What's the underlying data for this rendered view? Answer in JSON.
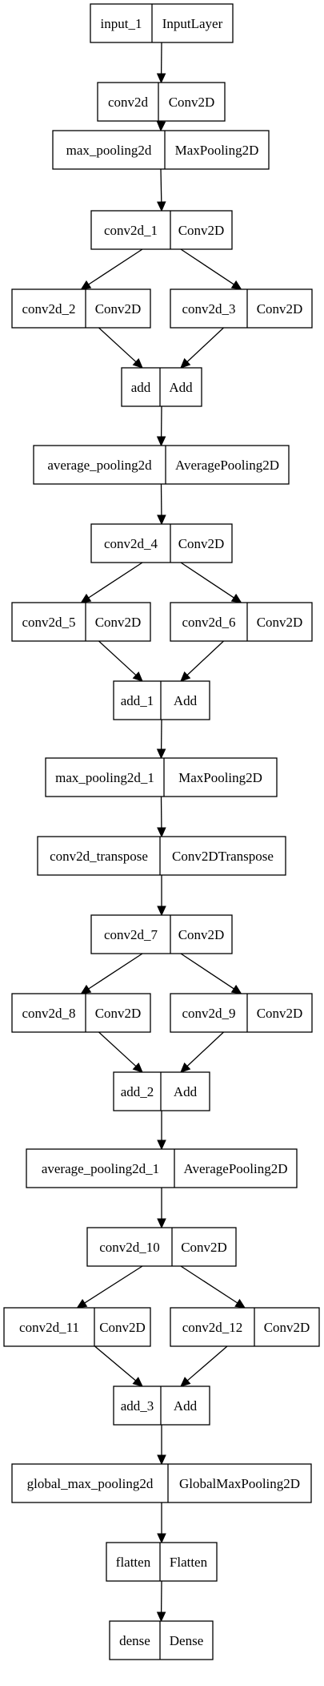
{
  "nodes": [
    {
      "id": "input_1",
      "layer": "InputLayer"
    },
    {
      "id": "conv2d",
      "layer": "Conv2D"
    },
    {
      "id": "max_pooling2d",
      "layer": "MaxPooling2D"
    },
    {
      "id": "conv2d_1",
      "layer": "Conv2D"
    },
    {
      "id": "conv2d_2",
      "layer": "Conv2D"
    },
    {
      "id": "conv2d_3",
      "layer": "Conv2D"
    },
    {
      "id": "add",
      "layer": "Add"
    },
    {
      "id": "average_pooling2d",
      "layer": "AveragePooling2D"
    },
    {
      "id": "conv2d_4",
      "layer": "Conv2D"
    },
    {
      "id": "conv2d_5",
      "layer": "Conv2D"
    },
    {
      "id": "conv2d_6",
      "layer": "Conv2D"
    },
    {
      "id": "add_1",
      "layer": "Add"
    },
    {
      "id": "max_pooling2d_1",
      "layer": "MaxPooling2D"
    },
    {
      "id": "conv2d_transpose",
      "layer": "Conv2DTranspose"
    },
    {
      "id": "conv2d_7",
      "layer": "Conv2D"
    },
    {
      "id": "conv2d_8",
      "layer": "Conv2D"
    },
    {
      "id": "conv2d_9",
      "layer": "Conv2D"
    },
    {
      "id": "add_2",
      "layer": "Add"
    },
    {
      "id": "average_pooling2d_1",
      "layer": "AveragePooling2D"
    },
    {
      "id": "conv2d_10",
      "layer": "Conv2D"
    },
    {
      "id": "conv2d_11",
      "layer": "Conv2D"
    },
    {
      "id": "conv2d_12",
      "layer": "Conv2D"
    },
    {
      "id": "add_3",
      "layer": "Add"
    },
    {
      "id": "global_max_pooling2d",
      "layer": "GlobalMaxPooling2D"
    },
    {
      "id": "flatten",
      "layer": "Flatten"
    },
    {
      "id": "dense",
      "layer": "Dense"
    }
  ],
  "edges": [
    [
      "input_1",
      "conv2d"
    ],
    [
      "conv2d",
      "max_pooling2d"
    ],
    [
      "max_pooling2d",
      "conv2d_1"
    ],
    [
      "conv2d_1",
      "conv2d_2"
    ],
    [
      "conv2d_1",
      "conv2d_3"
    ],
    [
      "conv2d_2",
      "add"
    ],
    [
      "conv2d_3",
      "add"
    ],
    [
      "add",
      "average_pooling2d"
    ],
    [
      "average_pooling2d",
      "conv2d_4"
    ],
    [
      "conv2d_4",
      "conv2d_5"
    ],
    [
      "conv2d_4",
      "conv2d_6"
    ],
    [
      "conv2d_5",
      "add_1"
    ],
    [
      "conv2d_6",
      "add_1"
    ],
    [
      "add_1",
      "max_pooling2d_1"
    ],
    [
      "max_pooling2d_1",
      "conv2d_transpose"
    ],
    [
      "conv2d_transpose",
      "conv2d_7"
    ],
    [
      "conv2d_7",
      "conv2d_8"
    ],
    [
      "conv2d_7",
      "conv2d_9"
    ],
    [
      "conv2d_8",
      "add_2"
    ],
    [
      "conv2d_9",
      "add_2"
    ],
    [
      "add_2",
      "average_pooling2d_1"
    ],
    [
      "average_pooling2d_1",
      "conv2d_10"
    ],
    [
      "conv2d_10",
      "conv2d_11"
    ],
    [
      "conv2d_10",
      "conv2d_12"
    ],
    [
      "conv2d_11",
      "add_3"
    ],
    [
      "conv2d_12",
      "add_3"
    ],
    [
      "add_3",
      "global_max_pooling2d"
    ],
    [
      "global_max_pooling2d",
      "flatten"
    ],
    [
      "flatten",
      "dense"
    ]
  ]
}
